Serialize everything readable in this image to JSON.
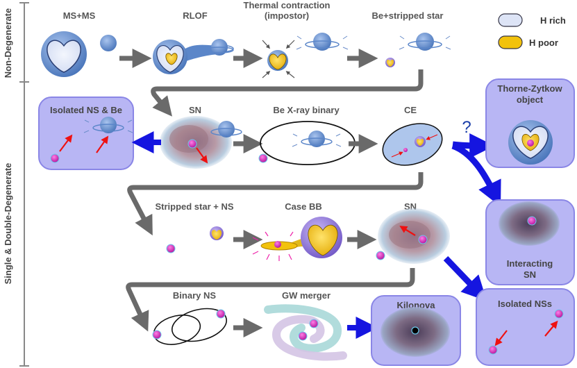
{
  "sections": {
    "non_degenerate": "Non-Degenerate",
    "degenerate": "Single & Double-Degenerate"
  },
  "legend": {
    "h_rich": "H rich",
    "h_poor": "H poor"
  },
  "row1": {
    "ms_ms": "MS+MS",
    "rlof": "RLOF",
    "thermal_1": "Thermal contraction",
    "thermal_2": "(impostor)",
    "be_stripped": "Be+stripped star"
  },
  "row2": {
    "isolated_ns_be": "Isolated NS & Be",
    "sn": "SN",
    "be_xray": "Be X-ray binary",
    "ce": "CE",
    "question": "?",
    "tz_1": "Thorne-Zytkow",
    "tz_2": "object"
  },
  "row3": {
    "stripped_ns": "Stripped star + NS",
    "case_bb": "Case BB",
    "sn": "SN",
    "interacting_1": "Interacting",
    "interacting_2": "SN"
  },
  "row4": {
    "binary_ns": "Binary NS",
    "gw_merger": "GW merger",
    "kilonova": "Kilonova",
    "isolated_nss": "Isolated NSs"
  },
  "colors": {
    "h_rich_fill": "#dde4f6",
    "h_poor_fill": "#f2c20c",
    "star_blue": "#5b86c9",
    "box_fill": "#b8b6f4",
    "box_border": "#8a86e6",
    "arrow_gray": "#6a6a6a",
    "arrow_blue": "#1515e0",
    "kick_red": "#ee1111"
  }
}
